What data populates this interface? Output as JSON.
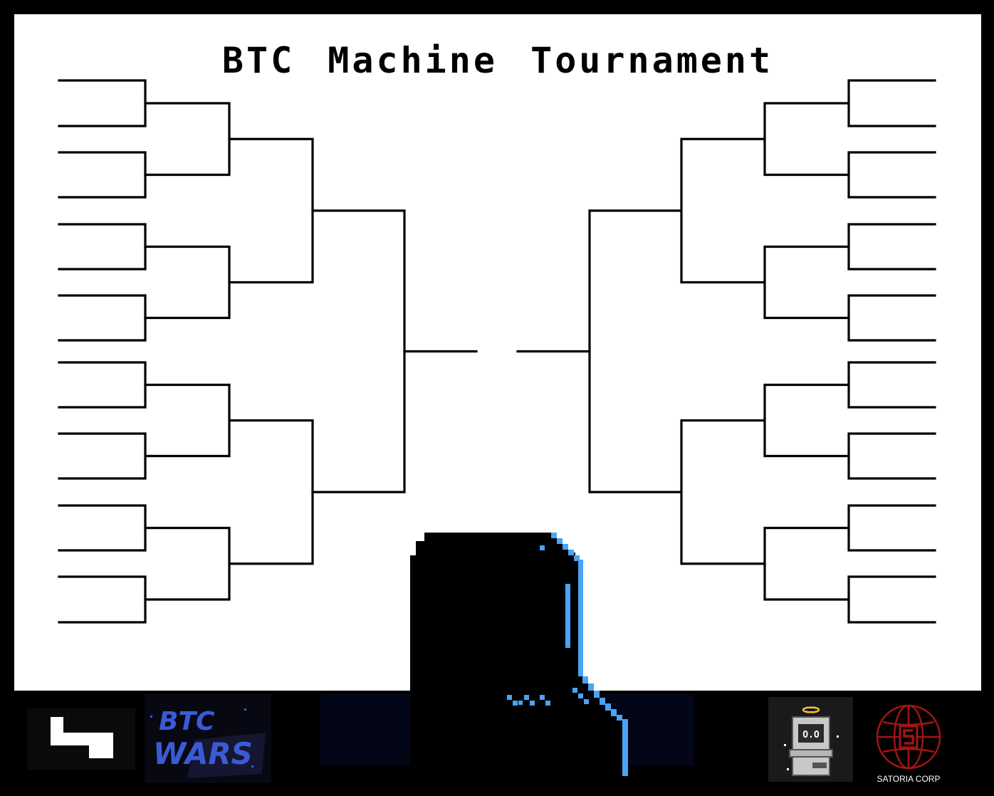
{
  "title": "BTC Machine Tournament",
  "bracket": {
    "rounds_per_side": 5,
    "entrants_per_side": 16,
    "line_color": "#000000"
  },
  "colors": {
    "background": "#000000",
    "panel": "#ffffff",
    "accent_blue": "#4aa3f5",
    "satoria_red": "#a11414",
    "wars_blue": "#3a5bd6"
  },
  "footer": {
    "logos": [
      {
        "name": "pixel-glyph-logo",
        "icon": "pixel-glyph-icon"
      },
      {
        "name": "btc-wars-logo",
        "text_line1": "BTC",
        "text_line2": "WARS"
      },
      {
        "name": "robot-computer-logo",
        "screen_text": "O.O",
        "icon": "robot-computer-icon"
      },
      {
        "name": "satoria-corp-logo",
        "label": "SATORIA CORP",
        "icon": "globe-s-icon"
      }
    ]
  }
}
